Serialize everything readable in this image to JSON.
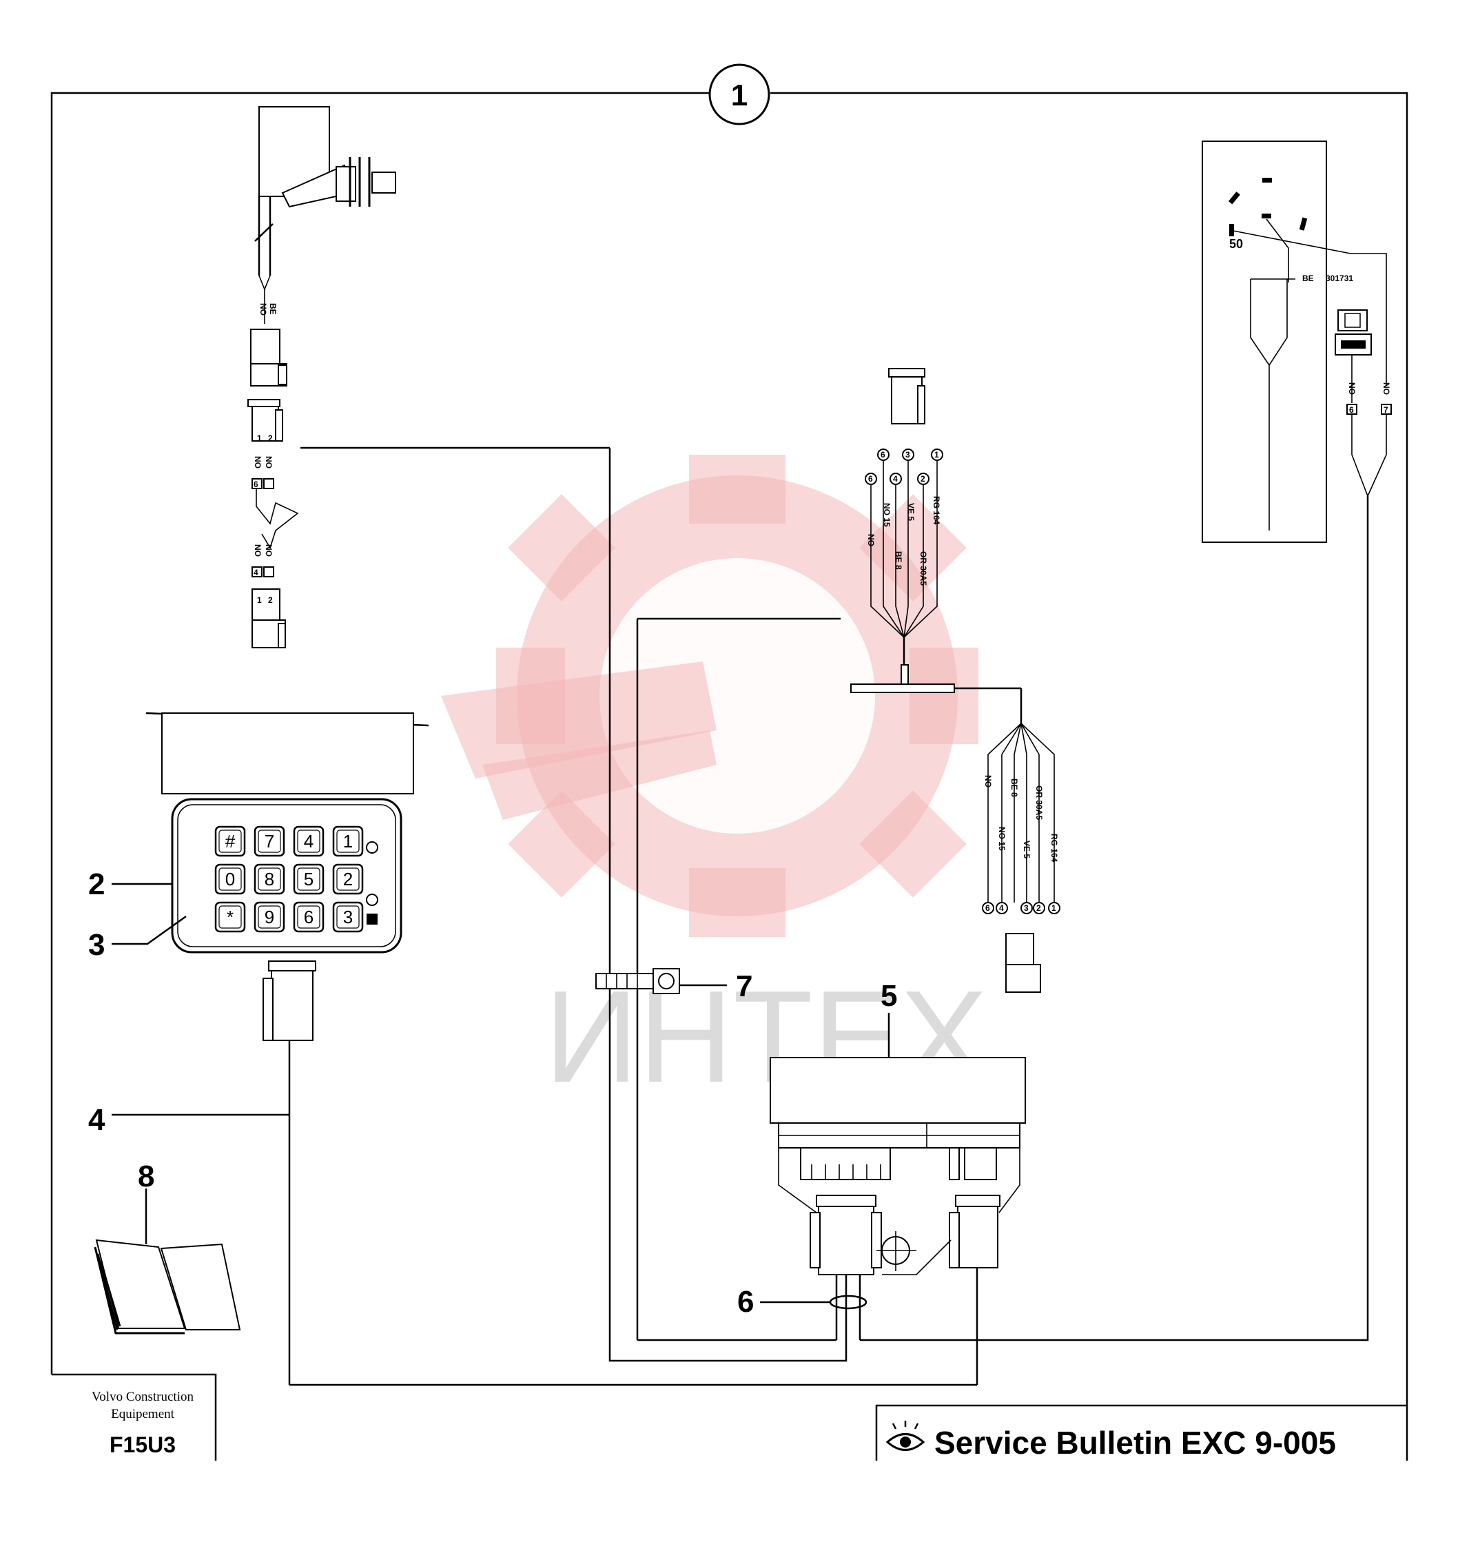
{
  "diagram": {
    "top_callout": "1",
    "callouts": {
      "c2": "2",
      "c3": "3",
      "c4": "4",
      "c5": "5",
      "c6": "6",
      "c7": "7",
      "c8": "8"
    },
    "keypad_keys": [
      "#",
      "7",
      "4",
      "1",
      "0",
      "8",
      "5",
      "2",
      "*",
      "9",
      "6",
      "3"
    ],
    "wire_labels": {
      "switch_no": "NO",
      "switch_be": "BE",
      "conn_1": "1",
      "conn_2": "2",
      "mid_no_a": "NO",
      "mid_no_b": "NO",
      "mid_6": "6",
      "lower_no_a": "NO",
      "lower_no_b": "NO",
      "lower_4": "4",
      "lower_1": "1",
      "lower_2": "2",
      "h_no": "NO",
      "h_no15": "NO 15",
      "h_be": "BE 8",
      "h_ve": "VE 5",
      "h_or": "OR 30A5",
      "h_rg": "RG 164",
      "h_pin6": "6",
      "h_pin4": "4",
      "h_pin3": "3",
      "h_pin2": "2",
      "h_pin1": "1",
      "gauge_50": "50",
      "gauge_be": "BE",
      "gauge_part": "301731",
      "gauge_no_a": "NO",
      "gauge_no_b": "NO",
      "gauge_6": "6",
      "gauge_7": "7"
    },
    "watermark": "ИНТЕХ"
  },
  "footer": {
    "company_line1": "Volvo Construction",
    "company_line2": "Equipement",
    "code": "F15U3",
    "bulletin": "Service Bulletin EXC 9-005",
    "bulletin_icon": "eye-icon"
  }
}
